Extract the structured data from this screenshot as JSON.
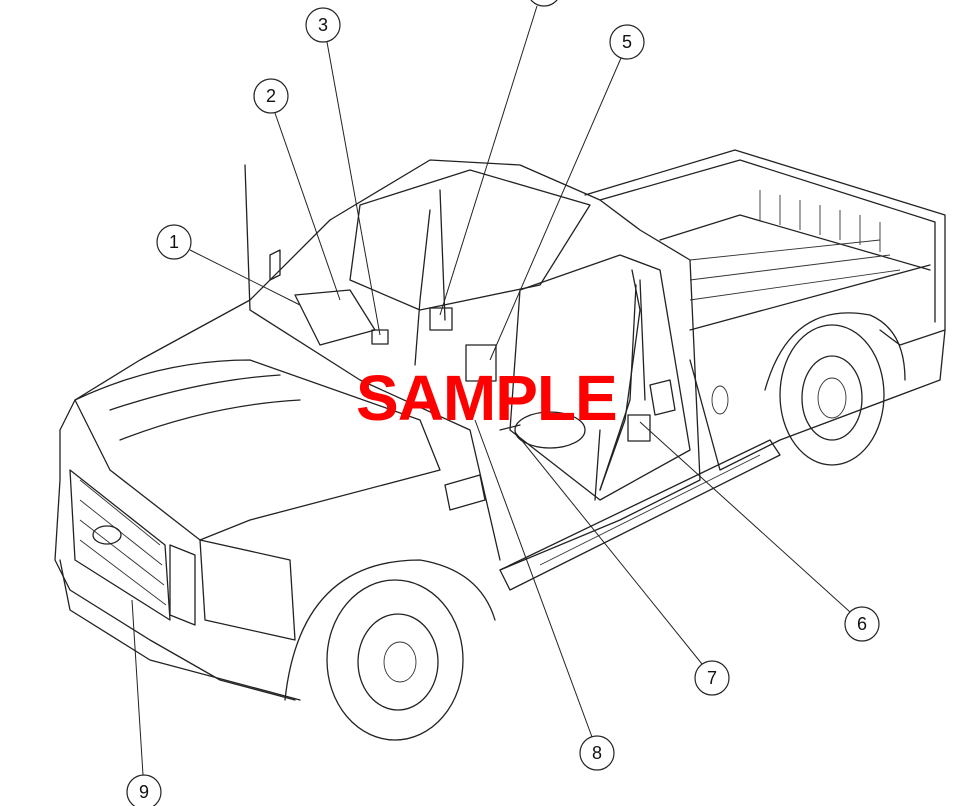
{
  "watermark": "SAMPLE",
  "watermark_color": "#ff0000",
  "callouts": [
    {
      "label": "1"
    },
    {
      "label": "2"
    },
    {
      "label": "3"
    },
    {
      "label": ""
    },
    {
      "label": "5"
    },
    {
      "label": "6"
    },
    {
      "label": "7"
    },
    {
      "label": "8"
    },
    {
      "label": "9"
    }
  ]
}
